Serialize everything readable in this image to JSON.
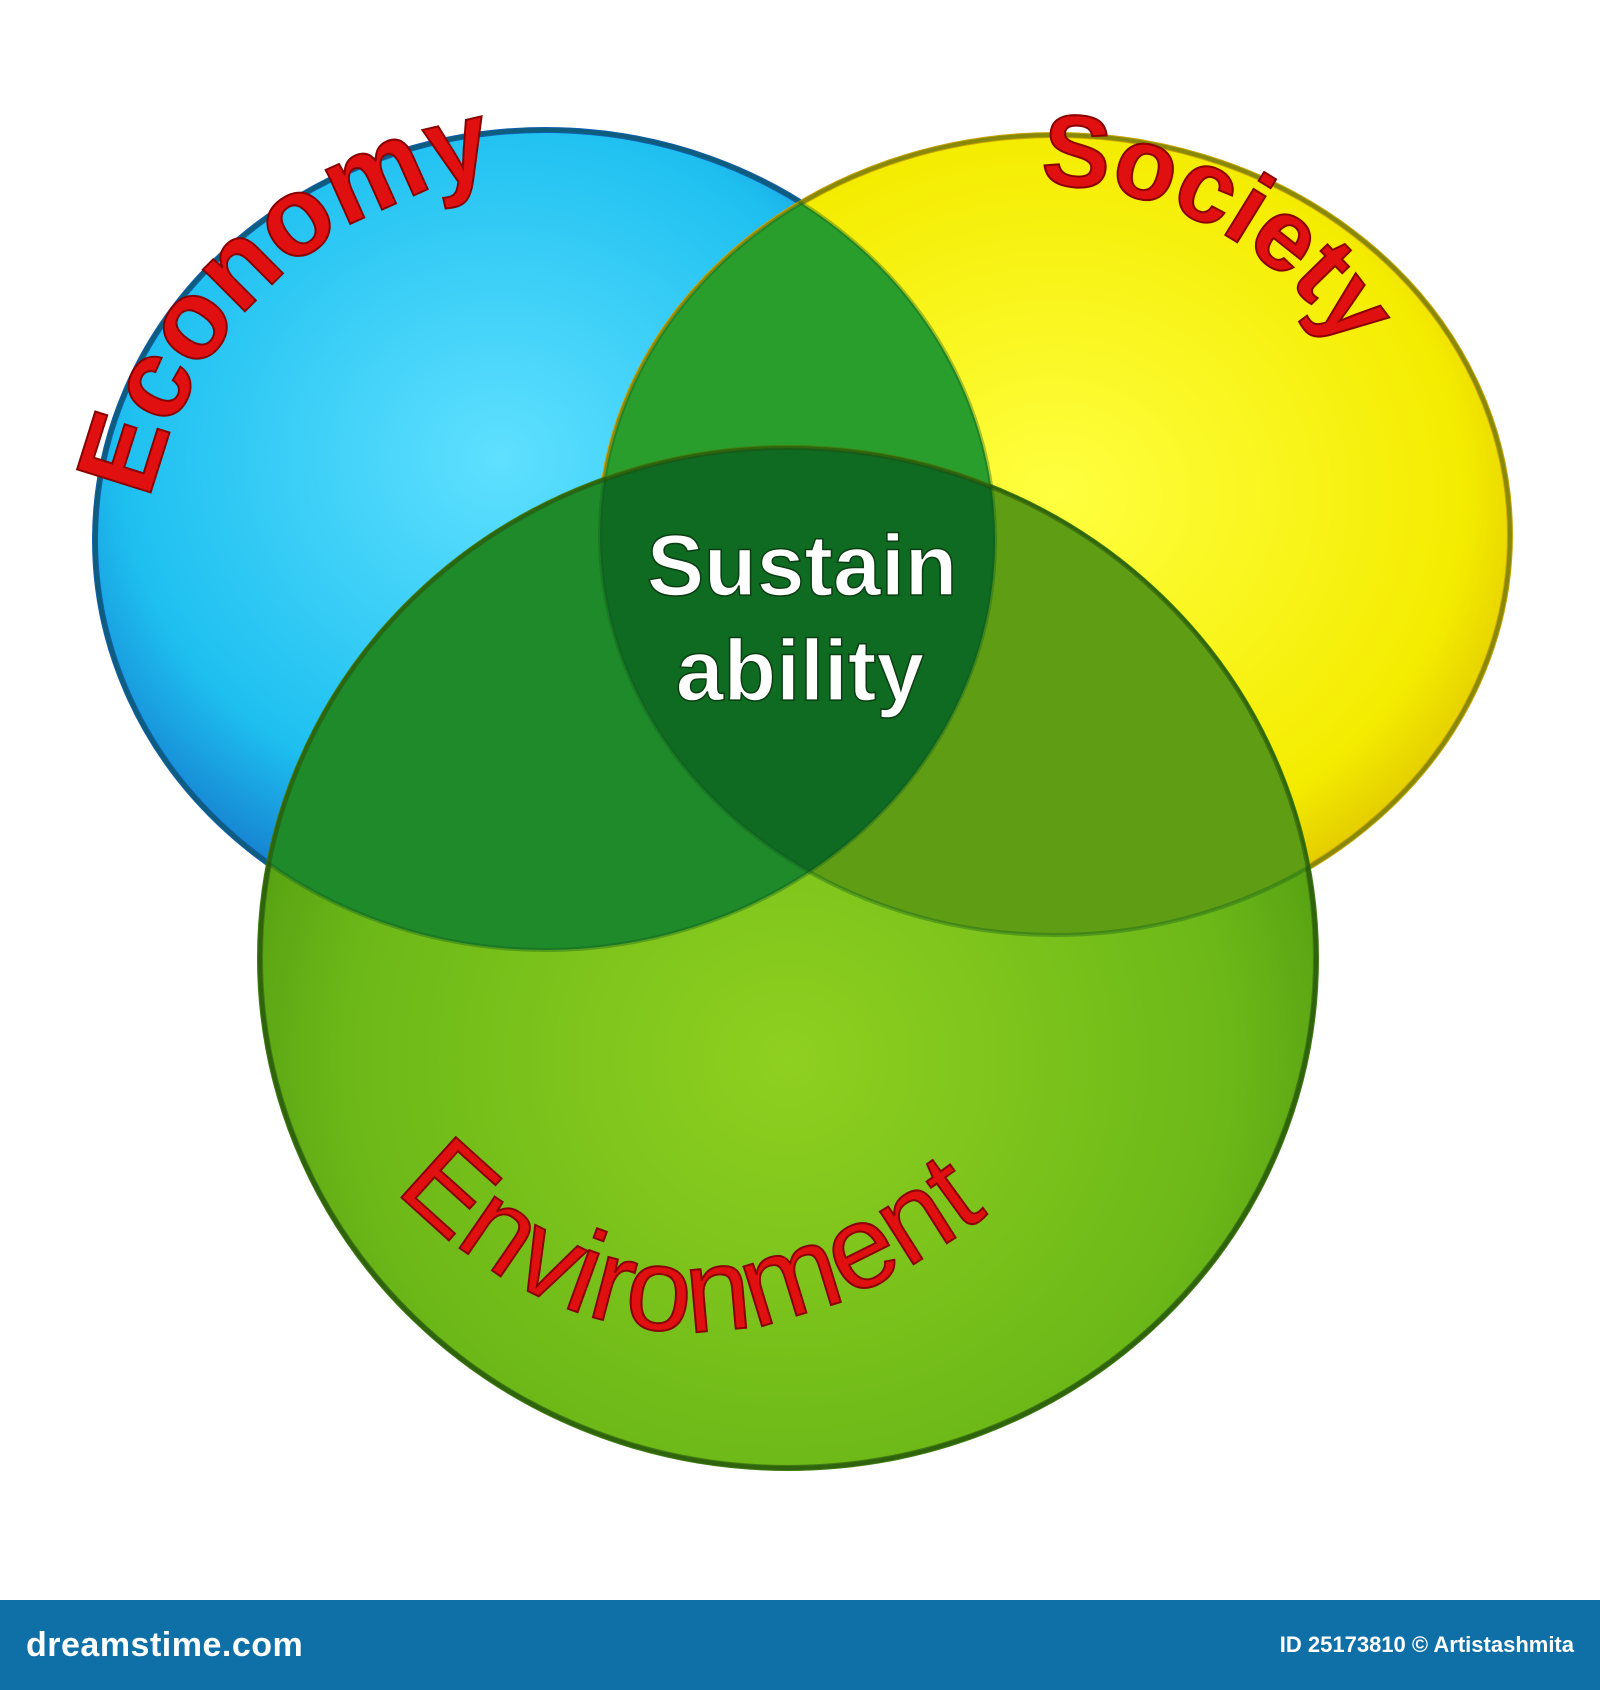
{
  "diagram": {
    "circles": [
      {
        "label": "Economy",
        "color": "#1ea8e8"
      },
      {
        "label": "Society",
        "color": "#f2e800"
      },
      {
        "label": "Environment",
        "color": "#6dbb1a"
      }
    ],
    "center": {
      "line1": "Sustain",
      "line2": "ability"
    },
    "colors": {
      "label_text": "#e01010",
      "center_text": "#ffffff",
      "intersection": "#157a22"
    }
  },
  "footer": {
    "brand": "dreamstime.com",
    "id_text": "ID 25173810 © Artistashmita",
    "background": "#0f70a8"
  }
}
